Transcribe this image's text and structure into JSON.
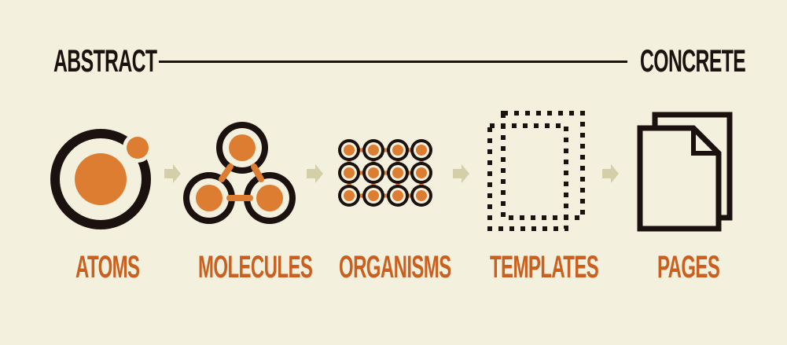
{
  "scale": {
    "start_label": "ABSTRACT",
    "end_label": "CONCRETE"
  },
  "stages": [
    {
      "label": "ATOMS",
      "icon": "atom-icon"
    },
    {
      "label": "MOLECULES",
      "icon": "molecule-icon"
    },
    {
      "label": "ORGANISMS",
      "icon": "organism-grid-icon"
    },
    {
      "label": "TEMPLATES",
      "icon": "dotted-page-icon"
    },
    {
      "label": "PAGES",
      "icon": "stacked-pages-icon"
    }
  ],
  "colors": {
    "background": "#f3f0dd",
    "ink": "#1b120f",
    "accent": "#dd7d32",
    "label": "#c9601f",
    "arrow": "#d3cfa8"
  }
}
